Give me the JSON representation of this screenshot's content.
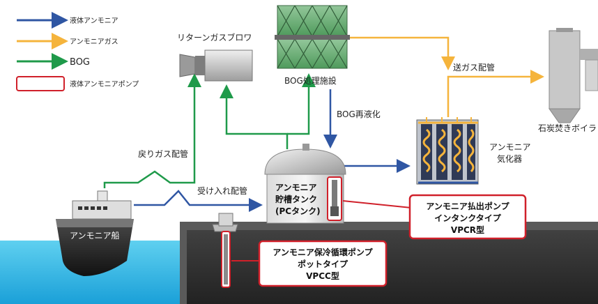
{
  "legend": {
    "liquid_ammonia": "液体アンモニア",
    "ammonia_gas": "アンモニアガス",
    "bog": "BOG",
    "liquid_ammonia_pump": "液体アンモニアポンプ"
  },
  "labels": {
    "return_gas_blower": "リターンガスブロワ",
    "bog_treatment": "BOG処理施設",
    "gas_pipe": "送ガス配管",
    "coal_boiler": "石炭焚きボイラ",
    "bog_reliquefaction": "BOG再液化",
    "return_gas_pipe": "戻りガス配管",
    "vaporizer_line1": "アンモニア",
    "vaporizer_line2": "気化器",
    "receiving_pipe": "受け入れ配管",
    "tank_line1": "アンモニア",
    "tank_line2": "貯槽タンク",
    "tank_line3": "(PCタンク)",
    "ship": "アンモニア船"
  },
  "callouts": {
    "discharge_pump": {
      "line1": "アンモニア払出ポンプ",
      "line2": "インタンクタイプ",
      "line3": "VPCR型"
    },
    "circulation_pump": {
      "line1": "アンモニア保冷循環ポンプ",
      "line2": "ポットタイプ",
      "line3": "VPCC型"
    }
  },
  "colors": {
    "liquid_ammonia": "#2f56a3",
    "ammonia_gas": "#f5b43c",
    "bog": "#1f9a4a",
    "pump_frame": "#d0202a"
  }
}
